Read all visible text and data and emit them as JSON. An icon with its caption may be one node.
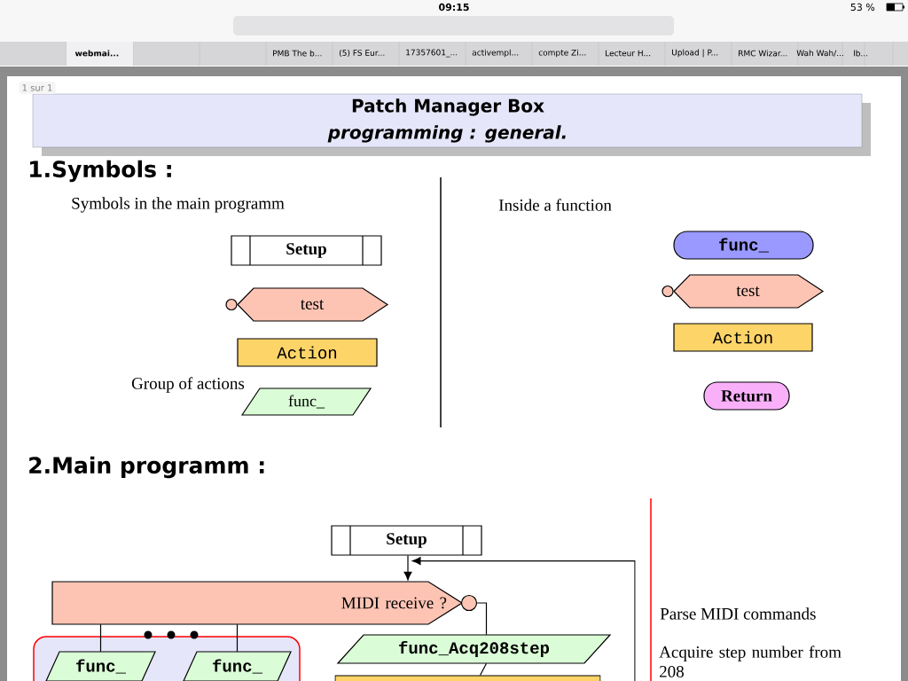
{
  "diagram": {
    "title": "Patch Manager Box",
    "nodes": [
      {
        "text": [
          "Setup"
        ]
      },
      {
        "text": [
          "test"
        ]
      },
      {
        "text": [
          "Action"
        ]
      },
      {
        "text": [
          "func_"
        ],
        "beside": [
          "Group of actions"
        ]
      },
      {
        "text": [
          "func_"
        ]
      },
      {
        "text": [
          "test"
        ]
      },
      {
        "text": [
          "Action"
        ]
      },
      {
        "text": [
          "Return"
        ]
      },
      {
        "text": [
          "Setup"
        ]
      },
      {
        "text": [
          "MIDI receive ?"
        ]
      },
      {
        "text": [],
        "shape": "box"
      },
      {
        "text": [
          "func_"
        ],
        "in": 10
      },
      {
        "text": [
          "func_"
        ],
        "in": 10
      },
      {
        "text": [
          "func_Acq208step"
        ]
      },
      {
        "text": [],
        "shape": "box"
      }
    ],
    "edges": [
      {
        "from": 8,
        "to": 9,
        "arrow": "to"
      },
      {
        "from": null,
        "to": 8,
        "arrow": "to"
      },
      {
        "from": 9,
        "to": 11,
        "arrow": "none"
      },
      {
        "from": 9,
        "to": 12,
        "arrow": "none"
      },
      {
        "from": 9,
        "to": 13,
        "arrow": "none"
      },
      {
        "from": 13,
        "to": 14,
        "arrow": "none"
      }
    ],
    "labels": [
      "09:15",
      "53 %",
      "webmai...",
      "PMB The b...",
      "(5) FS Eur...",
      "17357601_...",
      "activempl...",
      "compte Zi...",
      "Lecteur H...",
      "Upload | P...",
      "RMC Wizar...",
      "Wah Wah/...",
      "lb...",
      "1 sur 1",
      "programming  : general.",
      "1.Symbols :",
      "Symbols in the main programm",
      "Inside a function",
      "2.Main programm :",
      "Parse MIDI commands",
      "Acquire step number from 208"
    ]
  }
}
